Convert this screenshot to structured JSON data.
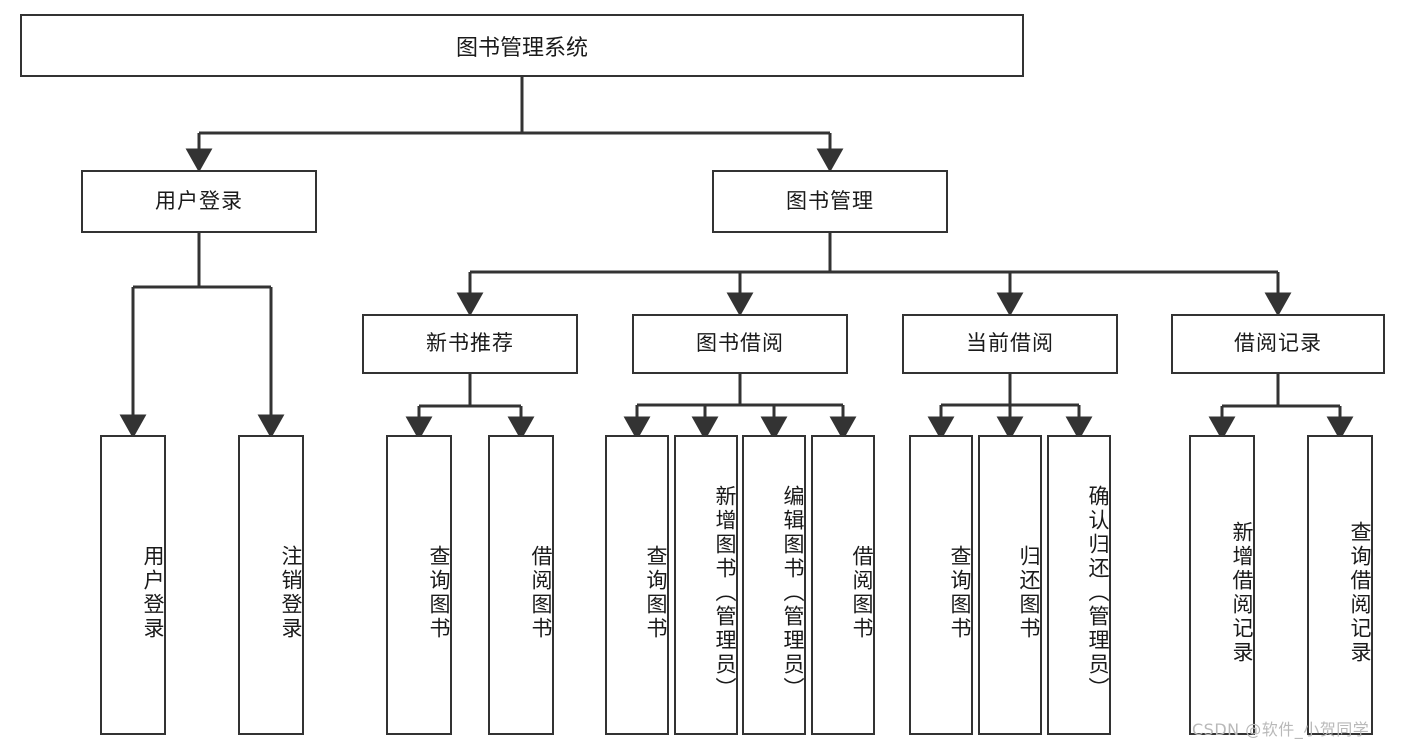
{
  "diagram": {
    "title": "图书管理系统",
    "type": "tree-hierarchy",
    "style": {
      "line_color": "#333333",
      "box_fill": "#ffffff",
      "text_color": "#1a1a1a",
      "background": "#ffffff"
    }
  },
  "root": {
    "label": "图书管理系统"
  },
  "level1": [
    {
      "label": "用户登录"
    },
    {
      "label": "图书管理"
    }
  ],
  "level2": [
    {
      "label": "新书推荐"
    },
    {
      "label": "图书借阅"
    },
    {
      "label": "当前借阅"
    },
    {
      "label": "借阅记录"
    }
  ],
  "leaves": {
    "user_login": [
      {
        "label": "用户登录"
      },
      {
        "label": "注销登录"
      }
    ],
    "new_book": [
      {
        "label": "查询图书"
      },
      {
        "label": "借阅图书"
      }
    ],
    "book_borrow": [
      {
        "label": "查询图书"
      },
      {
        "label": "新增图书（管理员）"
      },
      {
        "label": "编辑图书（管理员）"
      },
      {
        "label": "借阅图书"
      }
    ],
    "current_borrow": [
      {
        "label": "查询图书"
      },
      {
        "label": "归还图书"
      },
      {
        "label": "确认归还（管理员）"
      }
    ],
    "borrow_record": [
      {
        "label": "新增借阅记录"
      },
      {
        "label": "查询借阅记录"
      }
    ]
  },
  "watermark": {
    "text": "CSDN @软件_小贺同学"
  }
}
